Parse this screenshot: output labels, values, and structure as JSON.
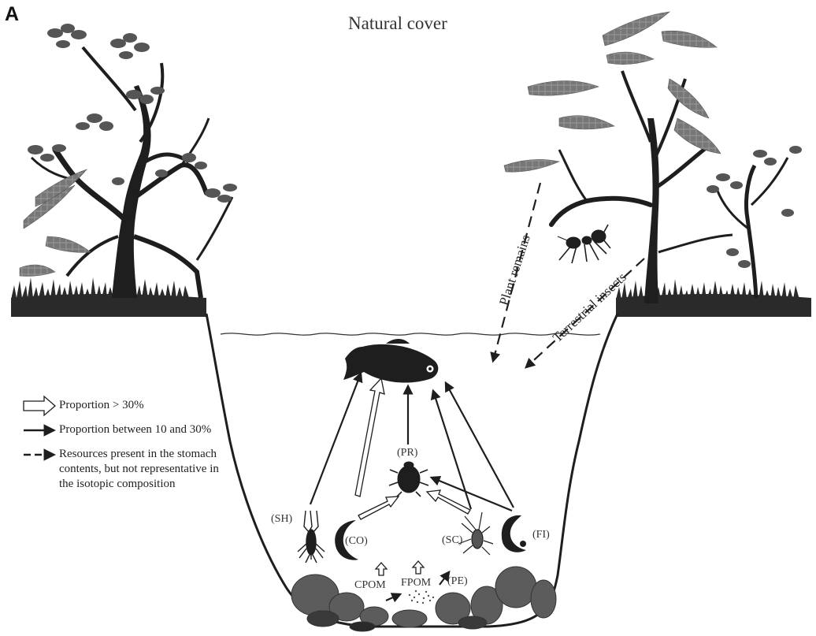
{
  "figure": {
    "panel_letter": "A",
    "title": "Natural cover"
  },
  "sources": {
    "plant_remains": "Plant remains",
    "terrestrial_insects": "Terrestrial insects"
  },
  "legend": {
    "gt30": "Proportion > 30%",
    "between": "Proportion between 10 and 30%",
    "not_rep_1": "Resources present in the stomach",
    "not_rep_2": "contents, but not representative in",
    "not_rep_3": "the isotopic composition"
  },
  "groups": {
    "sh": "(SH)",
    "co": "(CO)",
    "pr": "(PR)",
    "sc": "(SC)",
    "fi": "(FI)",
    "pe": "(PE)",
    "cpom": "CPOM",
    "fpom": "FPOM"
  },
  "colors": {
    "ink": "#1e1e1e",
    "foliage": "#6e6e6e",
    "grass": "#2a2a2a",
    "stones": "#5c5c5c",
    "arrow_open": "#ffffff"
  }
}
